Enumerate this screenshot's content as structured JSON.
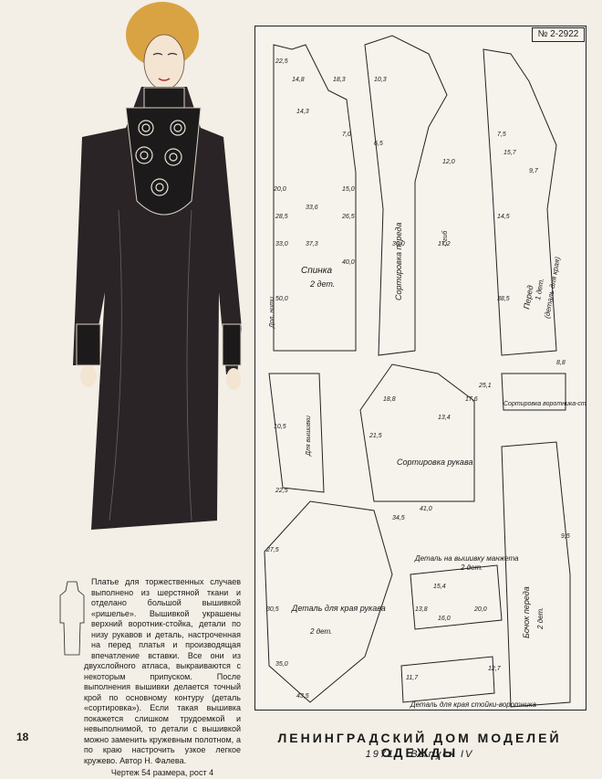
{
  "page_number": "18",
  "footer": {
    "title": "ЛЕНИНГРАДСКИЙ ДОМ МОДЕЛЕЙ ОДЕЖДЫ",
    "year": "1971",
    "issue": "Выпуск IV"
  },
  "pattern_number": "№ 2-2922",
  "description": "Платье для торжественных случаев выполнено из шерстяной ткани и отделано большой вышивкой «ришелье». Вышивкой украшены верхний воротник-стойка, детали по низу рукавов и деталь, настроченная на перед платья и производящая впечатление вставки. Все они из двухслойного атласа, выкраиваются с некоторым припуском. После выполнения вышивки делается точный крой по основному контуру (деталь «сортировка»). Если такая вышивка покажется слишком трудоемкой и невыполнимой, то детали с вышивкой можно заменить кружевным полотном, а по краю настрочить узкое легкое кружево.",
  "author": "Автор Н. Фалева.",
  "drawing_note": "Чертеж 54 размера, рост 4",
  "pattern_labels": {
    "back": "Спинка",
    "back_count": "2 дет.",
    "front_sort": "Сортировка переда",
    "front": "Перед",
    "front_count": "1 дет.",
    "front_fold": "(деталь для края)",
    "sleeve_sort": "Сортировка рукава",
    "sleeve_edge": "Деталь для края рукава",
    "sleeve_edge_count": "2 дет.",
    "cuff": "Деталь на вышивку манжета",
    "cuff_count": "2 дет.",
    "collar_sort": "Сортировка воротника-стойки",
    "side_front": "Бочок переда",
    "side_front_count": "2 дет.",
    "collar_edge": "Деталь для края стойки-воротника",
    "grain": "Дол. нити",
    "fold": "Сгиб",
    "embroidery": "Для вышивки"
  },
  "measurements": [
    "22,5",
    "14,8",
    "20,0",
    "28,5",
    "33,0",
    "50,0",
    "18,3",
    "15,0",
    "26,5",
    "40,0",
    "33,6",
    "37,3",
    "14,3",
    "7,0",
    "10,3",
    "30,0",
    "17,2",
    "12,0",
    "7,5",
    "9,7",
    "15,7",
    "14,5",
    "38,5",
    "6,5",
    "18,8",
    "17,6",
    "13,4",
    "25,1",
    "21,5",
    "34,5",
    "41,0",
    "27,5",
    "30,5",
    "35,0",
    "43,5",
    "13,8",
    "20,0",
    "12,7",
    "15,4",
    "16,0",
    "11,7",
    "8,8",
    "9,5",
    "10,5",
    "22,5"
  ],
  "colors": {
    "background": "#f3efe6",
    "dress": "#2b2426",
    "hair": "#d9a343",
    "ink": "#1a1a1a"
  }
}
